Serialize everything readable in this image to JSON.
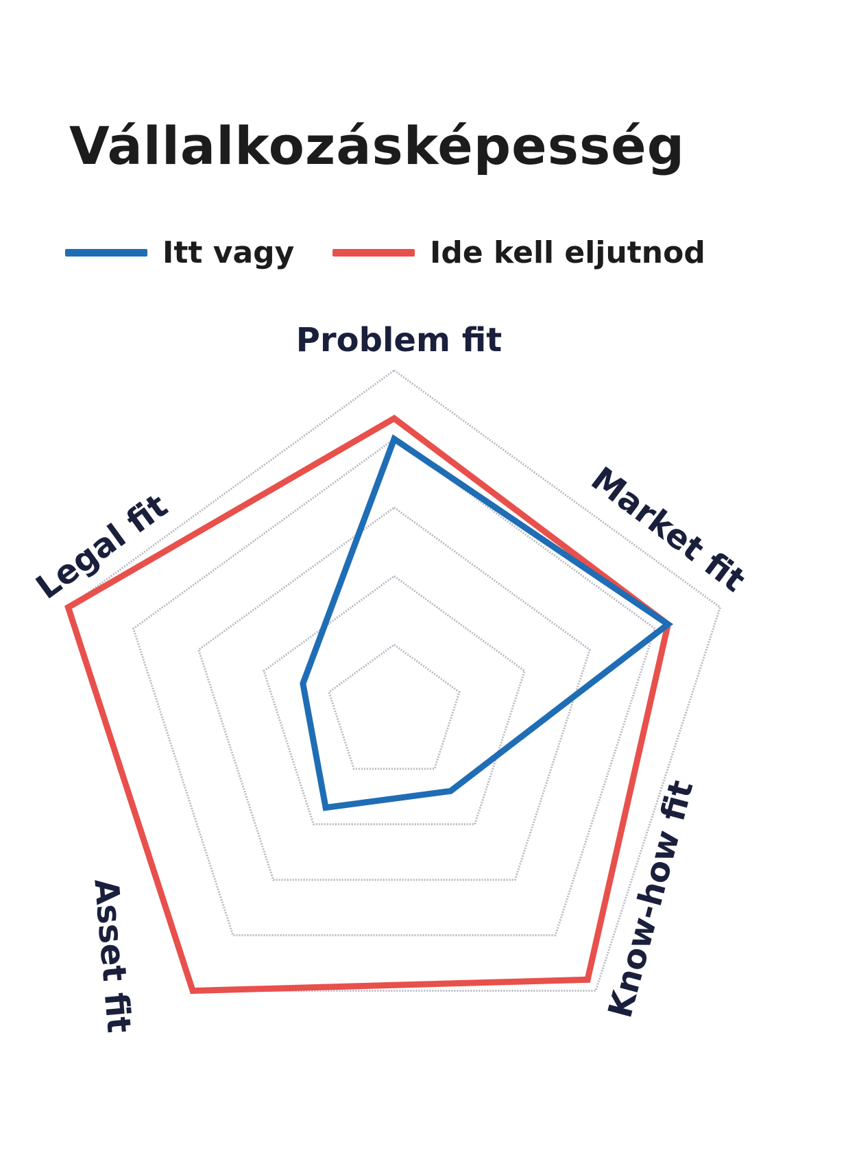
{
  "chart_data": {
    "type": "radar",
    "title": "Vállalkozásképesség",
    "axes": [
      "Problem fit",
      "Market fit",
      "Know-how fit",
      "Asset fit",
      "Legal fit"
    ],
    "rmax": 5,
    "grid_levels": [
      1,
      2,
      3,
      4,
      5
    ],
    "series": [
      {
        "name": "Itt vagy",
        "values": [
          4.0,
          4.2,
          1.4,
          1.7,
          1.4
        ]
      },
      {
        "name": "Ide kell eljutnod",
        "values": [
          4.3,
          4.2,
          4.8,
          5.0,
          5.0
        ]
      }
    ],
    "legend_position": "top"
  },
  "colors": {
    "itt_vagy": "#1f6db5",
    "ide_kell_eljutnod": "#e8504c",
    "grid": "#b7b9c3",
    "label": "#1a1f3c",
    "title": "#1c1c1c"
  }
}
